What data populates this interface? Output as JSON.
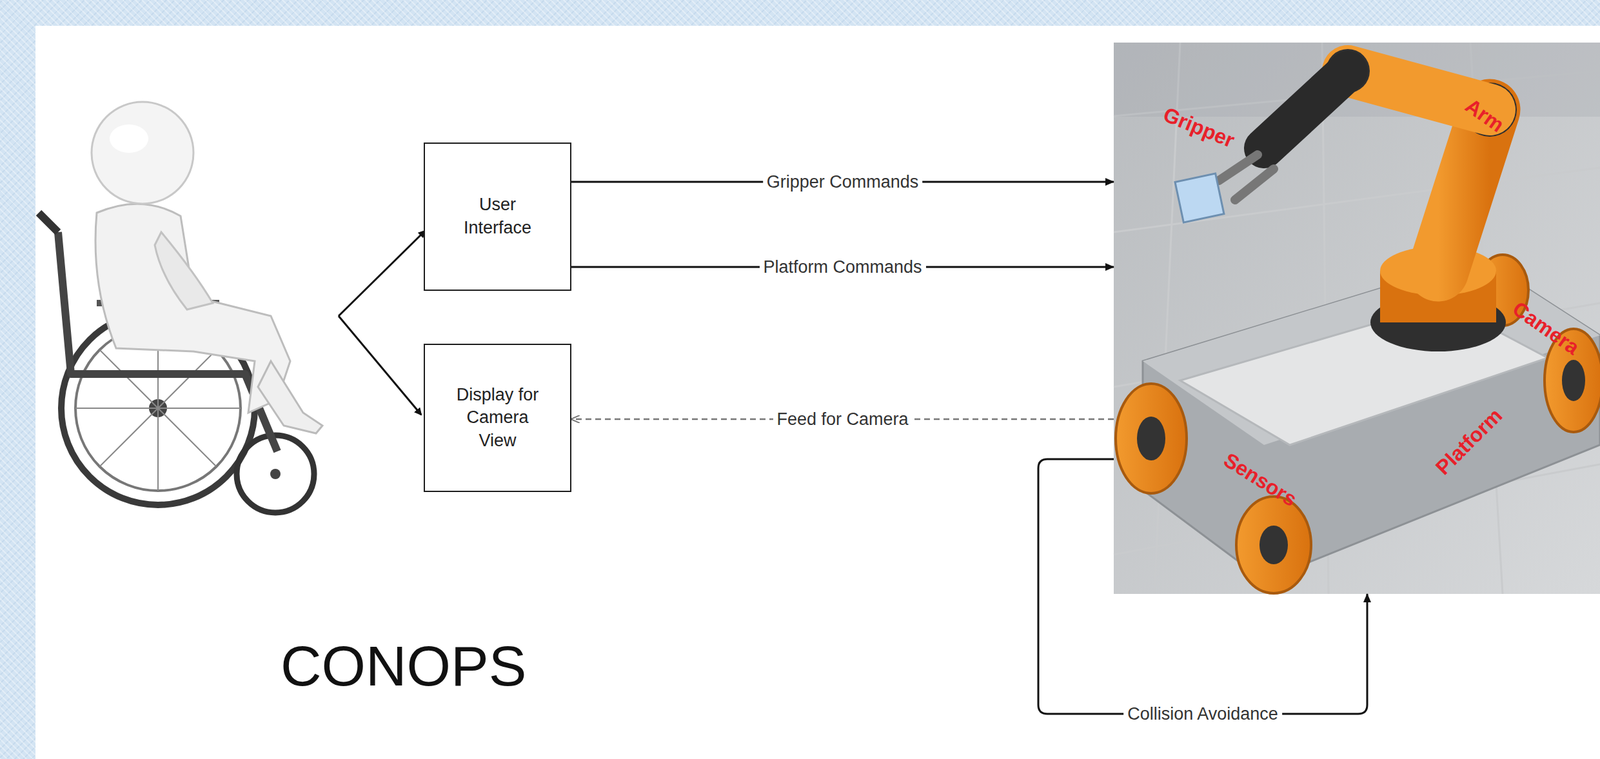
{
  "diagram": {
    "title": "CONOPS",
    "nodes": [
      {
        "text": [
          "User Interface"
        ]
      },
      {
        "text": [
          "Display for Camera View"
        ]
      },
      {
        "text": [
          "Gripper",
          "Arm",
          "Camera",
          "Sensors",
          "Platform"
        ]
      }
    ],
    "edges": [
      {
        "from": 0,
        "to": 2,
        "label": "Gripper Commands",
        "arrow": "to"
      },
      {
        "from": 0,
        "to": 2,
        "label": "Platform Commands",
        "arrow": "to"
      },
      {
        "from": 2,
        "to": 1,
        "label": "Feed for Camera",
        "arrow": "to"
      },
      {
        "from": 2,
        "to": 2,
        "label": "Collision Avoidance",
        "arrow": "to"
      }
    ]
  }
}
